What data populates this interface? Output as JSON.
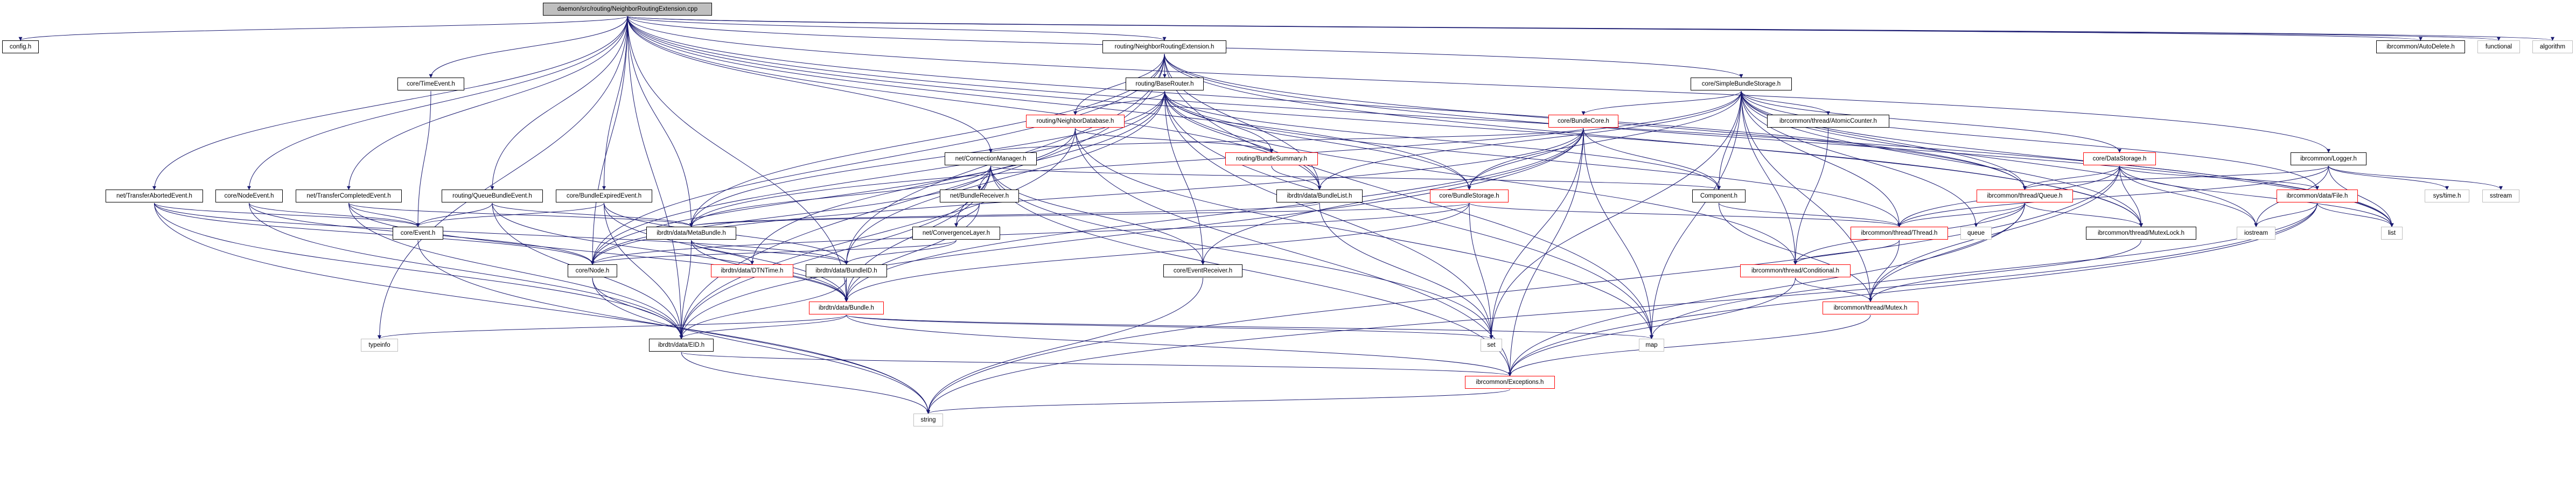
{
  "colors": {
    "edge": "#191970",
    "normal_border": "#000000",
    "truncated_border": "#ff0000",
    "system_border": "#bfbfbf",
    "root_fill": "#bfbfbf"
  },
  "nodes": [
    {
      "id": "main",
      "label": "daemon/src/routing/NeighborRoutingExtension.cpp",
      "style": "root"
    },
    {
      "id": "config",
      "label": "config.h",
      "style": "normal"
    },
    {
      "id": "typeinfo",
      "label": "typeinfo",
      "style": "gray"
    },
    {
      "id": "tae",
      "label": "net/TransferAbortedEvent.h",
      "style": "normal"
    },
    {
      "id": "nodeevent",
      "label": "core/NodeEvent.h",
      "style": "normal"
    },
    {
      "id": "tce",
      "label": "net/TransferCompletedEvent.h",
      "style": "normal"
    },
    {
      "id": "timeevent",
      "label": "core/TimeEvent.h",
      "style": "normal"
    },
    {
      "id": "event",
      "label": "core/Event.h",
      "style": "normal"
    },
    {
      "id": "qbe",
      "label": "routing/QueueBundleEvent.h",
      "style": "normal"
    },
    {
      "id": "bee",
      "label": "core/BundleExpiredEvent.h",
      "style": "normal"
    },
    {
      "id": "metabundle",
      "label": "ibrdtn/data/MetaBundle.h",
      "style": "normal"
    },
    {
      "id": "node",
      "label": "core/Node.h",
      "style": "normal"
    },
    {
      "id": "dtntime",
      "label": "ibrdtn/data/DTNTime.h",
      "style": "red"
    },
    {
      "id": "bundleid",
      "label": "ibrdtn/data/BundleID.h",
      "style": "normal"
    },
    {
      "id": "bundle",
      "label": "ibrdtn/data/Bundle.h",
      "style": "red"
    },
    {
      "id": "eid",
      "label": "ibrdtn/data/EID.h",
      "style": "normal"
    },
    {
      "id": "string",
      "label": "string",
      "style": "gray"
    },
    {
      "id": "nre",
      "label": "routing/NeighborRoutingExtension.h",
      "style": "normal"
    },
    {
      "id": "baserouter",
      "label": "routing/BaseRouter.h",
      "style": "normal"
    },
    {
      "id": "ndb",
      "label": "routing/NeighborDatabase.h",
      "style": "red"
    },
    {
      "id": "cm",
      "label": "net/ConnectionManager.h",
      "style": "normal"
    },
    {
      "id": "bsummary",
      "label": "routing/BundleSummary.h",
      "style": "red"
    },
    {
      "id": "breceiver",
      "label": "net/BundleReceiver.h",
      "style": "normal"
    },
    {
      "id": "bundlelist",
      "label": "ibrdtn/data/BundleList.h",
      "style": "normal"
    },
    {
      "id": "cl",
      "label": "net/ConvergenceLayer.h",
      "style": "normal"
    },
    {
      "id": "eventreceiver",
      "label": "core/EventReceiver.h",
      "style": "normal"
    },
    {
      "id": "bstorage",
      "label": "core/BundleStorage.h",
      "style": "red"
    },
    {
      "id": "bcore",
      "label": "core/BundleCore.h",
      "style": "red"
    },
    {
      "id": "sbs",
      "label": "core/SimpleBundleStorage.h",
      "style": "normal"
    },
    {
      "id": "component",
      "label": "Component.h",
      "style": "normal"
    },
    {
      "id": "set",
      "label": "set",
      "style": "gray"
    },
    {
      "id": "map",
      "label": "map",
      "style": "gray"
    },
    {
      "id": "exceptions",
      "label": "ibrcommon/Exceptions.h",
      "style": "red"
    },
    {
      "id": "atomic",
      "label": "ibrcommon/thread/AtomicCounter.h",
      "style": "normal"
    },
    {
      "id": "datastorage",
      "label": "core/DataStorage.h",
      "style": "red"
    },
    {
      "id": "queue_h",
      "label": "ibrcommon/thread/Queue.h",
      "style": "red"
    },
    {
      "id": "thread",
      "label": "ibrcommon/thread/Thread.h",
      "style": "red"
    },
    {
      "id": "queue",
      "label": "queue",
      "style": "gray"
    },
    {
      "id": "mutexlock",
      "label": "ibrcommon/thread/MutexLock.h",
      "style": "normal"
    },
    {
      "id": "conditional",
      "label": "ibrcommon/thread/Conditional.h",
      "style": "red"
    },
    {
      "id": "mutex",
      "label": "ibrcommon/thread/Mutex.h",
      "style": "red"
    },
    {
      "id": "logger",
      "label": "ibrcommon/Logger.h",
      "style": "normal"
    },
    {
      "id": "file",
      "label": "ibrcommon/data/File.h",
      "style": "red"
    },
    {
      "id": "iostream",
      "label": "iostream",
      "style": "gray"
    },
    {
      "id": "list",
      "label": "list",
      "style": "gray"
    },
    {
      "id": "systime",
      "label": "sys/time.h",
      "style": "gray"
    },
    {
      "id": "sstream",
      "label": "sstream",
      "style": "gray"
    },
    {
      "id": "autodelete",
      "label": "ibrcommon/AutoDelete.h",
      "style": "normal"
    },
    {
      "id": "functional",
      "label": "functional",
      "style": "gray"
    },
    {
      "id": "algorithm",
      "label": "algorithm",
      "style": "gray"
    }
  ],
  "edges": [
    [
      "main",
      "config"
    ],
    [
      "main",
      "typeinfo"
    ],
    [
      "main",
      "tae"
    ],
    [
      "main",
      "nodeevent"
    ],
    [
      "main",
      "tce"
    ],
    [
      "main",
      "timeevent"
    ],
    [
      "main",
      "qbe"
    ],
    [
      "main",
      "bee"
    ],
    [
      "main",
      "cm"
    ],
    [
      "main",
      "nre"
    ],
    [
      "main",
      "sbs"
    ],
    [
      "main",
      "logger"
    ],
    [
      "main",
      "autodelete"
    ],
    [
      "main",
      "functional"
    ],
    [
      "main",
      "algorithm"
    ],
    [
      "main",
      "list"
    ],
    [
      "main",
      "metabundle"
    ],
    [
      "main",
      "node"
    ],
    [
      "main",
      "eid"
    ],
    [
      "main",
      "bundle"
    ],
    [
      "main",
      "bundlelist"
    ],
    [
      "main",
      "bstorage"
    ],
    [
      "main",
      "queue_h"
    ],
    [
      "main",
      "mutexlock"
    ],
    [
      "nre",
      "baserouter"
    ],
    [
      "nre",
      "ndb"
    ],
    [
      "nre",
      "metabundle"
    ],
    [
      "nre",
      "node"
    ],
    [
      "nre",
      "eid"
    ],
    [
      "nre",
      "bundlelist"
    ],
    [
      "nre",
      "map"
    ],
    [
      "nre",
      "queue_h"
    ],
    [
      "nre",
      "list"
    ],
    [
      "nre",
      "bundleid"
    ],
    [
      "nre",
      "mutexlock"
    ],
    [
      "baserouter",
      "ndb"
    ],
    [
      "baserouter",
      "bsummary"
    ],
    [
      "baserouter",
      "eventreceiver"
    ],
    [
      "baserouter",
      "bstorage"
    ],
    [
      "baserouter",
      "bundlelist"
    ],
    [
      "baserouter",
      "metabundle"
    ],
    [
      "baserouter",
      "bundleid"
    ],
    [
      "baserouter",
      "node"
    ],
    [
      "baserouter",
      "dtntime"
    ],
    [
      "baserouter",
      "conditional"
    ],
    [
      "baserouter",
      "thread"
    ],
    [
      "baserouter",
      "set"
    ],
    [
      "baserouter",
      "map"
    ],
    [
      "baserouter",
      "component"
    ],
    [
      "ndb",
      "bsummary"
    ],
    [
      "ndb",
      "eid"
    ],
    [
      "ndb",
      "node"
    ],
    [
      "ndb",
      "exceptions"
    ],
    [
      "ndb",
      "map"
    ],
    [
      "cm",
      "breceiver"
    ],
    [
      "cm",
      "cl"
    ],
    [
      "cm",
      "eventreceiver"
    ],
    [
      "cm",
      "component"
    ],
    [
      "cm",
      "node"
    ],
    [
      "cm",
      "eid"
    ],
    [
      "cm",
      "set"
    ],
    [
      "cm",
      "exceptions"
    ],
    [
      "cm",
      "bundle"
    ],
    [
      "cm",
      "metabundle"
    ],
    [
      "breceiver",
      "cl"
    ],
    [
      "breceiver",
      "bundle"
    ],
    [
      "cl",
      "bundleid"
    ],
    [
      "cl",
      "node"
    ],
    [
      "bsummary",
      "bundlelist"
    ],
    [
      "bundlelist",
      "set"
    ],
    [
      "bundlelist",
      "metabundle"
    ],
    [
      "tae",
      "event"
    ],
    [
      "tae",
      "node"
    ],
    [
      "tae",
      "eid"
    ],
    [
      "tae",
      "string"
    ],
    [
      "tae",
      "bundleid"
    ],
    [
      "nodeevent",
      "event"
    ],
    [
      "nodeevent",
      "node"
    ],
    [
      "nodeevent",
      "eid"
    ],
    [
      "tce",
      "event"
    ],
    [
      "tce",
      "eid"
    ],
    [
      "tce",
      "bundle"
    ],
    [
      "tce",
      "metabundle"
    ],
    [
      "timeevent",
      "event"
    ],
    [
      "qbe",
      "event"
    ],
    [
      "qbe",
      "metabundle"
    ],
    [
      "qbe",
      "eid"
    ],
    [
      "qbe",
      "bundle"
    ],
    [
      "bee",
      "event"
    ],
    [
      "bee",
      "eid"
    ],
    [
      "bee",
      "bundle"
    ],
    [
      "bee",
      "bundleid"
    ],
    [
      "event",
      "string"
    ],
    [
      "metabundle",
      "dtntime"
    ],
    [
      "metabundle",
      "bundleid"
    ],
    [
      "metabundle",
      "bundle"
    ],
    [
      "metabundle",
      "eid"
    ],
    [
      "node",
      "eid"
    ],
    [
      "node",
      "string"
    ],
    [
      "bundleid",
      "bundle"
    ],
    [
      "bundleid",
      "eid"
    ],
    [
      "bundle",
      "eid"
    ],
    [
      "bundle",
      "set"
    ],
    [
      "bundle",
      "map"
    ],
    [
      "bundle",
      "typeinfo"
    ],
    [
      "bundle",
      "exceptions"
    ],
    [
      "eid",
      "string"
    ],
    [
      "eid",
      "exceptions"
    ],
    [
      "eventreceiver",
      "string"
    ],
    [
      "bstorage",
      "set"
    ],
    [
      "bstorage",
      "bundle"
    ],
    [
      "bstorage",
      "metabundle"
    ],
    [
      "bstorage",
      "node"
    ],
    [
      "bstorage",
      "thread"
    ],
    [
      "bcore",
      "cm"
    ],
    [
      "bcore",
      "bstorage"
    ],
    [
      "bcore",
      "component"
    ],
    [
      "bcore",
      "eventreceiver"
    ],
    [
      "bcore",
      "set"
    ],
    [
      "bcore",
      "map"
    ],
    [
      "bcore",
      "exceptions"
    ],
    [
      "bcore",
      "eid"
    ],
    [
      "bcore",
      "node"
    ],
    [
      "bcore",
      "bundle"
    ],
    [
      "sbs",
      "bcore"
    ],
    [
      "sbs",
      "component"
    ],
    [
      "sbs",
      "atomic"
    ],
    [
      "sbs",
      "bstorage"
    ],
    [
      "sbs",
      "queue_h"
    ],
    [
      "sbs",
      "thread"
    ],
    [
      "sbs",
      "conditional"
    ],
    [
      "sbs",
      "mutex"
    ],
    [
      "sbs",
      "queue"
    ],
    [
      "sbs",
      "datastorage"
    ],
    [
      "sbs",
      "mutexlock"
    ],
    [
      "sbs",
      "list"
    ],
    [
      "sbs",
      "file"
    ],
    [
      "sbs",
      "set"
    ],
    [
      "sbs",
      "map"
    ],
    [
      "sbs",
      "bundlelist"
    ],
    [
      "sbs",
      "metabundle"
    ],
    [
      "sbs",
      "iostream"
    ],
    [
      "component",
      "thread"
    ],
    [
      "component",
      "mutex"
    ],
    [
      "atomic",
      "conditional"
    ],
    [
      "datastorage",
      "queue_h"
    ],
    [
      "datastorage",
      "thread"
    ],
    [
      "datastorage",
      "mutexlock"
    ],
    [
      "datastorage",
      "mutex"
    ],
    [
      "datastorage",
      "file"
    ],
    [
      "datastorage",
      "iostream"
    ],
    [
      "datastorage",
      "list"
    ],
    [
      "datastorage",
      "string"
    ],
    [
      "queue_h",
      "thread"
    ],
    [
      "queue_h",
      "queue"
    ],
    [
      "queue_h",
      "conditional"
    ],
    [
      "queue_h",
      "mutex"
    ],
    [
      "queue_h",
      "mutexlock"
    ],
    [
      "queue_h",
      "exceptions"
    ],
    [
      "thread",
      "conditional"
    ],
    [
      "thread",
      "mutex"
    ],
    [
      "conditional",
      "mutex"
    ],
    [
      "conditional",
      "exceptions"
    ],
    [
      "mutex",
      "exceptions"
    ],
    [
      "mutexlock",
      "mutex"
    ],
    [
      "logger",
      "queue_h"
    ],
    [
      "logger",
      "thread"
    ],
    [
      "logger",
      "iostream"
    ],
    [
      "logger",
      "list"
    ],
    [
      "logger",
      "systime"
    ],
    [
      "logger",
      "sstream"
    ],
    [
      "file",
      "iostream"
    ],
    [
      "file",
      "list"
    ],
    [
      "file",
      "map"
    ],
    [
      "file",
      "exceptions"
    ],
    [
      "file",
      "string"
    ],
    [
      "exceptions",
      "string"
    ]
  ]
}
